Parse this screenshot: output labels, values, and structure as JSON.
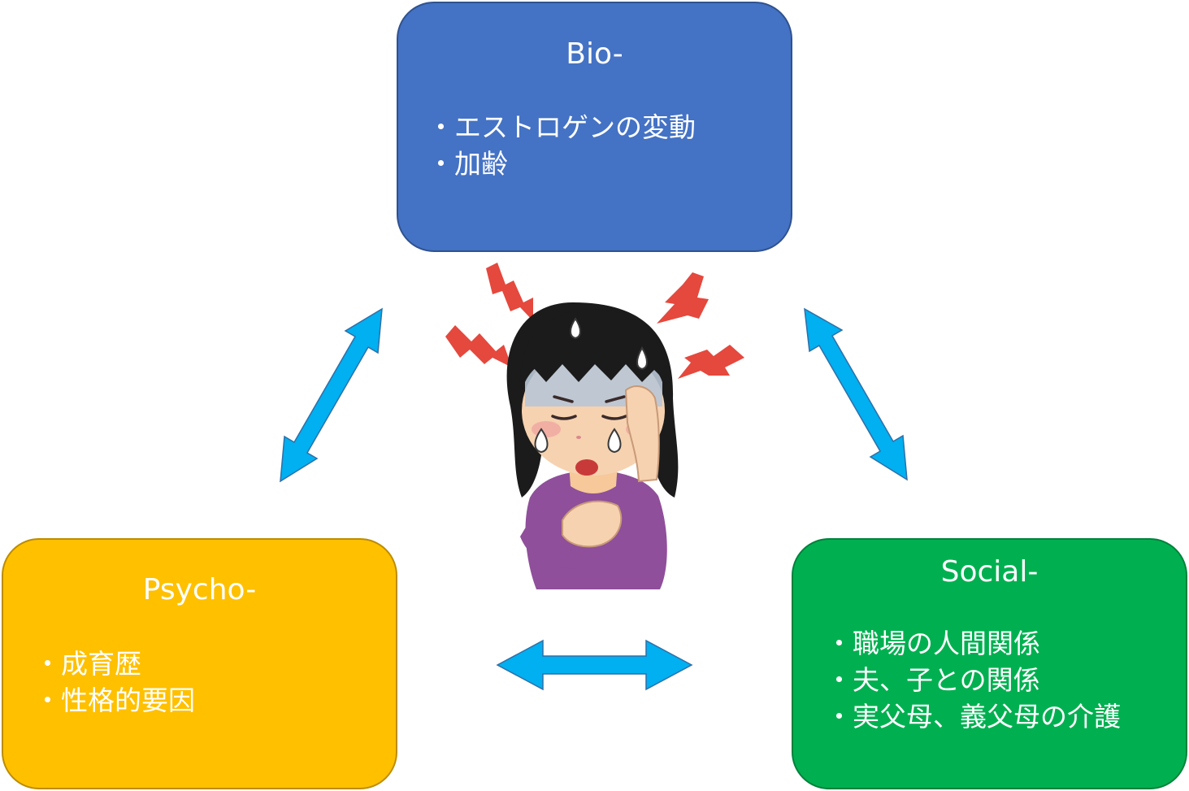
{
  "boxes": {
    "bio": {
      "title": "Bio-",
      "items": [
        "エストロゲンの変動",
        "加齢"
      ],
      "color": "#4472c4"
    },
    "psycho": {
      "title": "Psycho-",
      "items": [
        "成育歴",
        "性格的要因"
      ],
      "color": "#ffc000"
    },
    "social": {
      "title": "Social-",
      "items": [
        "職場の人間関係",
        "夫、子との関係",
        "実父母、義父母の介護"
      ],
      "color": "#00b050"
    }
  },
  "arrow_color": "#00b0f0",
  "illustration": "woman-with-headache-illustration"
}
